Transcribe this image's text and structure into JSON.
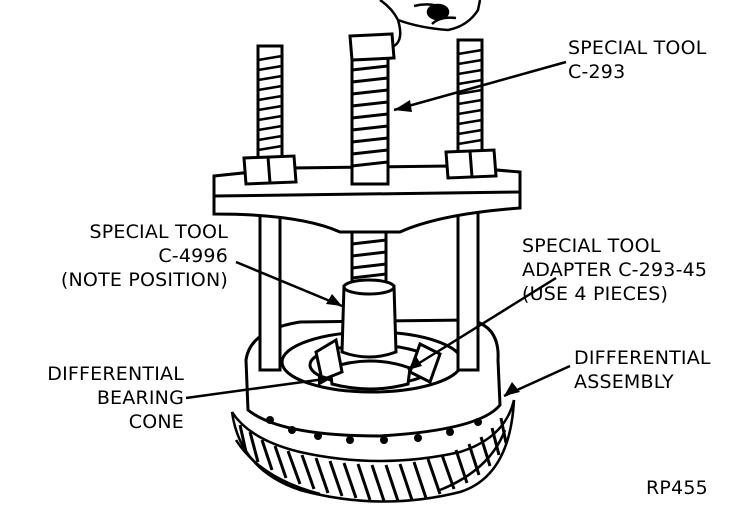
{
  "labels": {
    "tool_c293": {
      "line1": "SPECIAL TOOL",
      "line2": "C-293"
    },
    "tool_c4996": {
      "line1": "SPECIAL TOOL",
      "line2": "C-4996",
      "line3": "(NOTE POSITION)"
    },
    "adapter": {
      "line1": "SPECIAL TOOL",
      "line2": "ADAPTER C-293-45",
      "line3": "(USE 4 PIECES)"
    },
    "bearing_cone": {
      "line1": "DIFFERENTIAL",
      "line2": "BEARING",
      "line3": "CONE"
    },
    "diff_assembly": {
      "line1": "DIFFERENTIAL",
      "line2": "ASSEMBLY"
    }
  },
  "figure_id": "RP455",
  "colors": {
    "ink": "#000000",
    "paper": "#ffffff"
  }
}
